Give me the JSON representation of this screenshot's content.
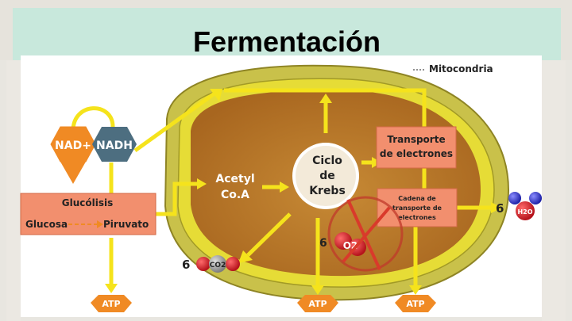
{
  "title": "Fermentación",
  "mitochondria_label": "Mitocondria",
  "nad_plus": "NAD+",
  "nadh": "NADH",
  "glycolysis": {
    "title": "Glucólisis",
    "glucose": "Glucosa",
    "pyruvate": "Piruvato"
  },
  "acetyl_coa": [
    "Acetyl",
    "Co.A"
  ],
  "krebs": [
    "Ciclo",
    "de",
    "Krebs"
  ],
  "electron_transport": [
    "Transporte",
    "de electrones"
  ],
  "transport_chain": [
    "Cadena de",
    "transporte de",
    "electrones"
  ],
  "oxygen": {
    "count": "6",
    "formula": "O2"
  },
  "co2": {
    "count": "6",
    "formula": "CO2"
  },
  "water": {
    "count": "6",
    "formula": "H2O"
  },
  "atp": [
    "ATP",
    "ATP",
    "ATP"
  ],
  "colors": {
    "arrow": "#f5e31c",
    "nad": "#f08a24",
    "nadh": "#4d6e80",
    "box": "#f28f6e",
    "cross": "#d93a2b",
    "matrix": "#b8792a"
  }
}
